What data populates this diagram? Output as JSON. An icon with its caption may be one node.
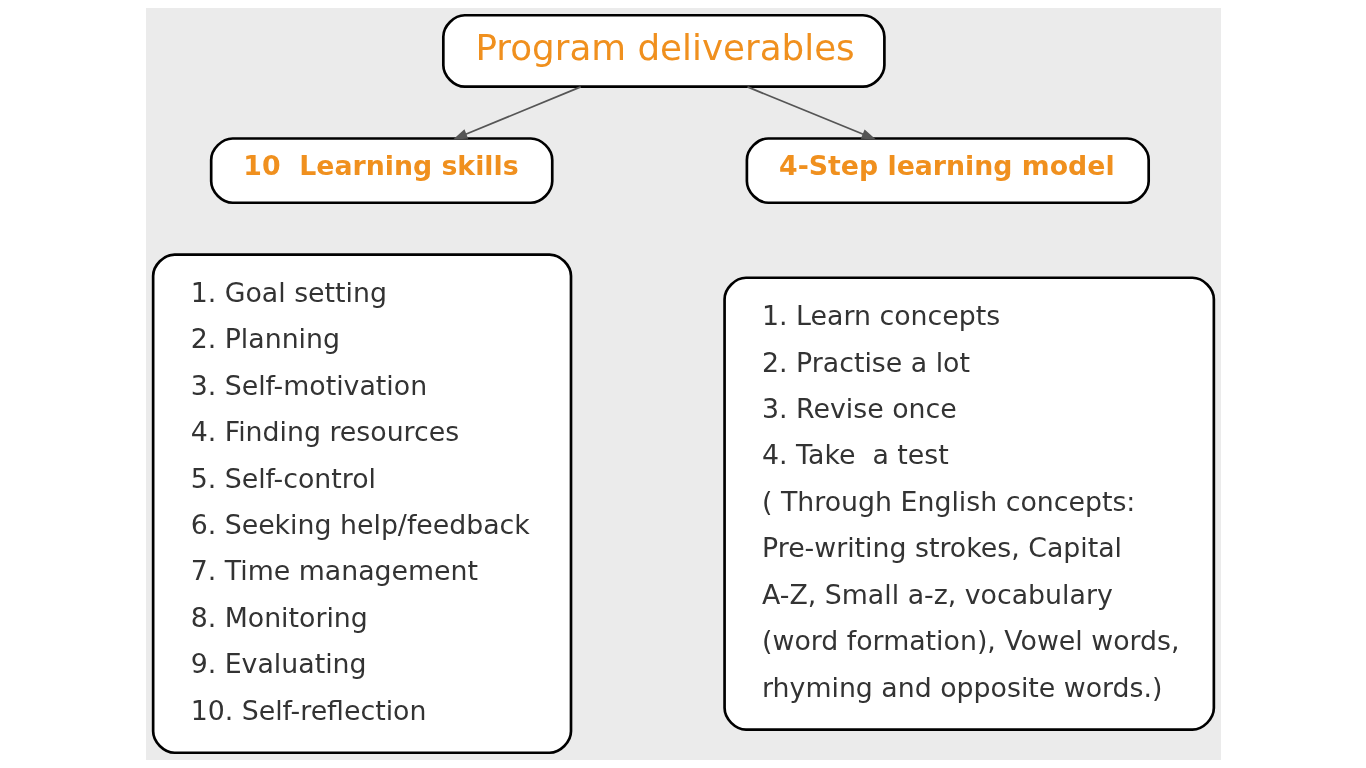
{
  "diagram": {
    "nodes": [
      {
        "text": [
          "Program deliverables"
        ]
      },
      {
        "text": [
          "10  Learning skills"
        ]
      },
      {
        "text": [
          "4-Step learning model"
        ]
      },
      {
        "text": [
          "1. Goal setting",
          "2. Planning",
          "3. Self-motivation",
          "4. Finding resources",
          "5. Self-control",
          "6. Seeking help/feedback",
          "7. Time management",
          "8. Monitoring",
          "9. Evaluating",
          "10. Self-reflection"
        ]
      },
      {
        "text": [
          "1. Learn concepts",
          "2. Practise a lot",
          "3. Revise once",
          "4. Take  a test",
          "( Through English concepts: Pre-writing strokes, Capital A-Z, Small a-z, vocabulary (word formation), Vowel words, rhyming and opposite words.)"
        ]
      }
    ],
    "edges": [
      {
        "from": 0,
        "to": 1,
        "arrow": "to"
      },
      {
        "from": 0,
        "to": 2,
        "arrow": "to"
      }
    ]
  }
}
